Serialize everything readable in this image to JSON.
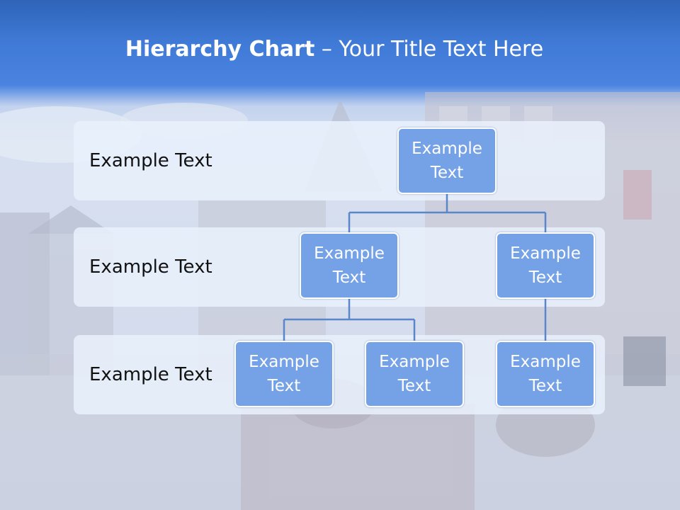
{
  "title": {
    "bold": "Hierarchy Chart",
    "rest": " – Your Title Text Here"
  },
  "rows": [
    {
      "label": "Example Text"
    },
    {
      "label": "Example Text"
    },
    {
      "label": "Example Text"
    }
  ],
  "nodes": {
    "root": "Example Text",
    "level2_left": "Example Text",
    "level2_right": "Example Text",
    "level3_a": "Example Text",
    "level3_b": "Example Text",
    "level3_c": "Example Text"
  },
  "colors": {
    "header": "#3f7ad6",
    "node_fill": "#75a1e6",
    "connector": "#5b86c9",
    "band": "#e8f0fc"
  }
}
